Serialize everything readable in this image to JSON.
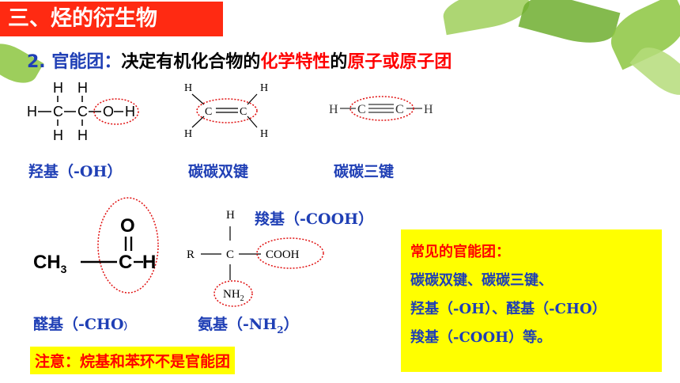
{
  "title": "三、烃的衍生物",
  "heading": {
    "prefix": "2. 官能团：",
    "middle": "决定有机化合物的",
    "highlight": "化学特性",
    "mid2": "的",
    "suffix": "原子或原子团"
  },
  "labels": {
    "hydroxyl_cn": "羟基",
    "hydroxyl_formula": "（-OH）",
    "double_bond": "碳碳双键",
    "triple_bond": "碳碳三键",
    "carboxyl_cn": "羧基",
    "carboxyl_formula": "（-COOH）",
    "aldehyde_cn": "醛基",
    "aldehyde_formula": "（-CHO",
    "aldehyde_close": "）",
    "amino_cn": "氨基",
    "amino_formula": "（-NH",
    "amino_sub": "2",
    "amino_close": "）"
  },
  "note": "注意：烷基和苯环不是官能团",
  "summary": {
    "title": "常见的官能团：",
    "line1": "碳碳双键、碳碳三键、",
    "line2_a": "羟基",
    "line2_b": "（-OH）",
    "line2_c": "、醛基",
    "line2_d": "（-CHO）",
    "line3_a": "羧基",
    "line3_b": "（-COOH）",
    "line3_c": "等。"
  },
  "structures": {
    "ethanol": {
      "H": "H",
      "C": "C",
      "O": "O"
    },
    "ethene": {
      "H": "H",
      "C": "C"
    },
    "ethyne": {
      "H": "H",
      "C": "C"
    },
    "acetaldehyde": {
      "CH": "CH",
      "sub3": "3",
      "C": "C",
      "H": "H",
      "O": "O"
    },
    "aminoacid": {
      "H": "H",
      "R": "R",
      "C": "C",
      "COOH": "COOH",
      "NH": "NH",
      "sub2": "2"
    }
  },
  "colors": {
    "title_bg": "#ff2a12",
    "blue": "#1f3fb5",
    "red": "#ff0000",
    "yellow": "#ffff00"
  }
}
